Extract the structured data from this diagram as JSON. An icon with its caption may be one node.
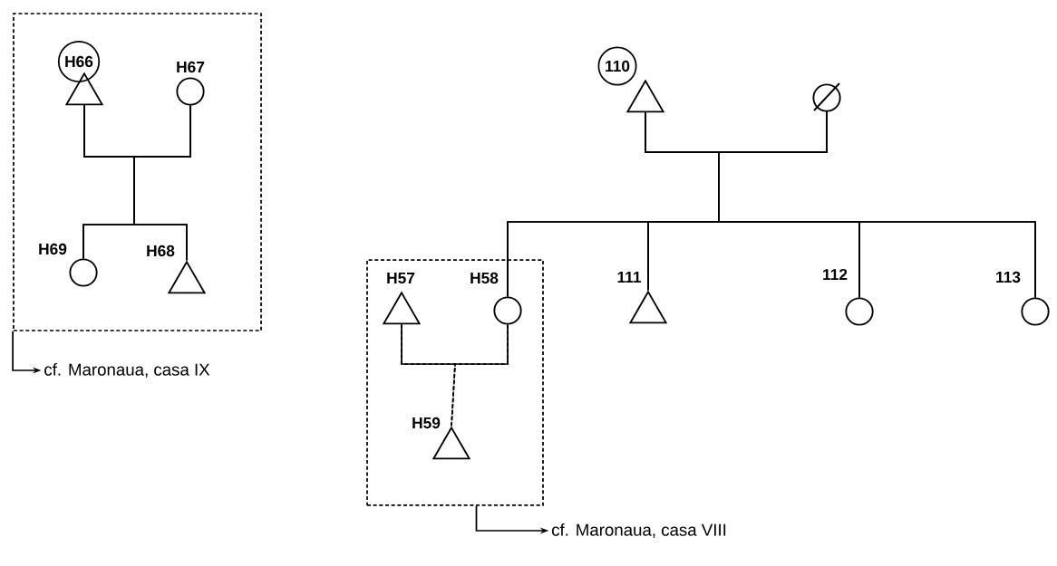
{
  "diagram": {
    "nodes": [
      {
        "text": [],
        "shape": "box"
      },
      {
        "text": [],
        "shape": "triangle",
        "in": 0,
        "beside": [
          "H66"
        ]
      },
      {
        "text": [],
        "shape": "circle",
        "in": 0,
        "beside": [
          "H67"
        ]
      },
      {
        "text": [],
        "shape": "circle",
        "in": 0,
        "beside": [
          "H69"
        ]
      },
      {
        "text": [],
        "shape": "triangle",
        "in": 0,
        "beside": [
          "H68"
        ]
      },
      {
        "text": [
          "cf. Maronaua, casa IX"
        ]
      },
      {
        "text": [],
        "shape": "triangle",
        "beside": [
          "110"
        ]
      },
      {
        "text": [],
        "shape": "circle"
      },
      {
        "text": [],
        "shape": "box"
      },
      {
        "text": [],
        "shape": "triangle",
        "in": 8,
        "beside": [
          "H57"
        ]
      },
      {
        "text": [],
        "shape": "circle",
        "in": 8,
        "beside": [
          "H58"
        ]
      },
      {
        "text": [],
        "shape": "triangle",
        "in": 8,
        "beside": [
          "H59"
        ]
      },
      {
        "text": [],
        "shape": "triangle",
        "beside": [
          "111"
        ]
      },
      {
        "text": [],
        "shape": "circle",
        "beside": [
          "112"
        ]
      },
      {
        "text": [],
        "shape": "circle",
        "beside": [
          "113"
        ]
      },
      {
        "text": [
          "cf. Maronaua, casa VIII"
        ]
      }
    ],
    "edges": [
      {
        "from": 1,
        "to": 2,
        "arrow": "none"
      },
      {
        "from": 1,
        "to": 3,
        "arrow": "none"
      },
      {
        "from": 1,
        "to": 4,
        "arrow": "none"
      },
      {
        "from": 2,
        "to": 3,
        "arrow": "none"
      },
      {
        "from": 2,
        "to": 4,
        "arrow": "none"
      },
      {
        "from": 0,
        "to": 5,
        "arrow": "to"
      },
      {
        "from": 6,
        "to": 7,
        "arrow": "none"
      },
      {
        "from": 6,
        "to": 10,
        "arrow": "none"
      },
      {
        "from": 6,
        "to": 12,
        "arrow": "none"
      },
      {
        "from": 6,
        "to": 13,
        "arrow": "none"
      },
      {
        "from": 6,
        "to": 14,
        "arrow": "none"
      },
      {
        "from": 7,
        "to": 10,
        "arrow": "none"
      },
      {
        "from": 7,
        "to": 12,
        "arrow": "none"
      },
      {
        "from": 7,
        "to": 13,
        "arrow": "none"
      },
      {
        "from": 7,
        "to": 14,
        "arrow": "none"
      },
      {
        "from": 9,
        "to": 10,
        "arrow": "none"
      },
      {
        "from": 9,
        "to": 11,
        "arrow": "none",
        "style": "dashed"
      },
      {
        "from": 10,
        "to": 11,
        "arrow": "none",
        "style": "dashed"
      },
      {
        "from": 8,
        "to": 15,
        "arrow": "to"
      }
    ]
  }
}
